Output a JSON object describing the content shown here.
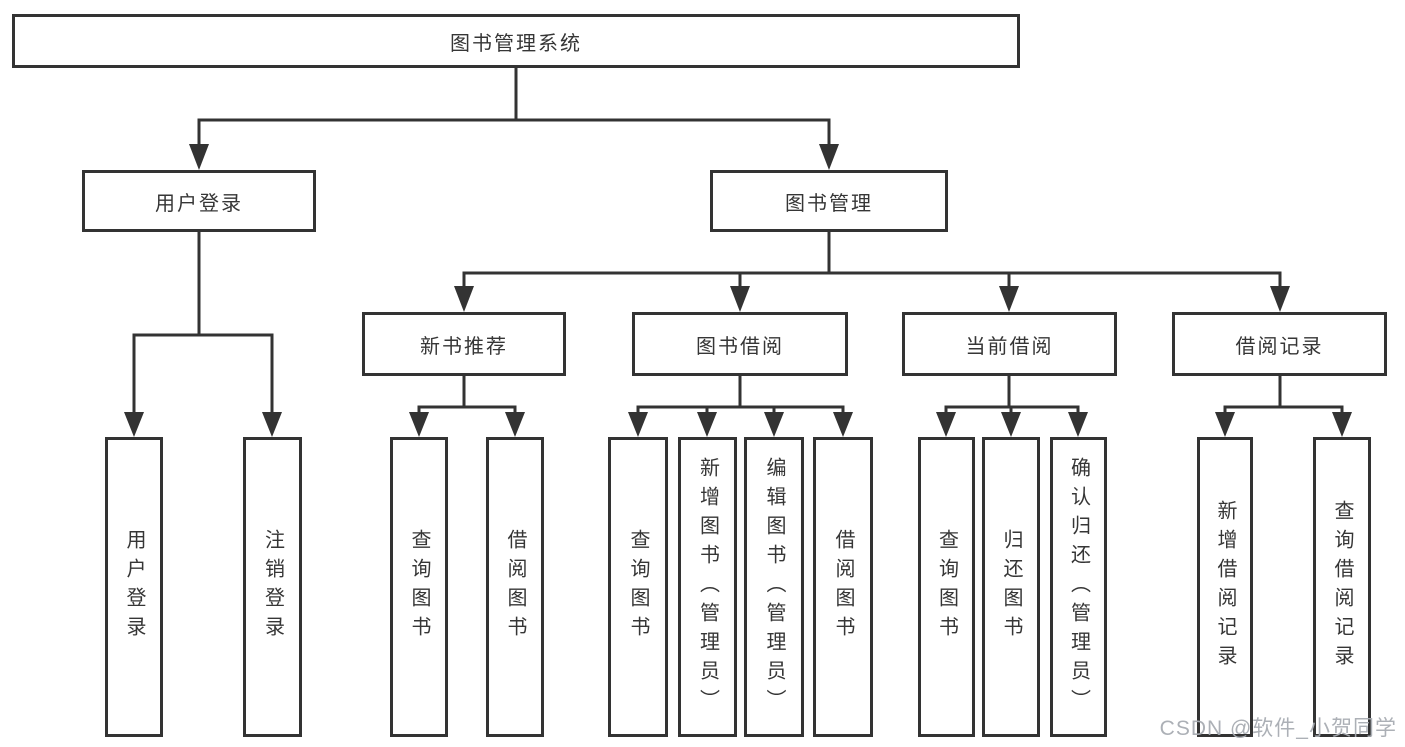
{
  "tree": {
    "label": "图书管理系统",
    "children": [
      {
        "label": "用户登录",
        "children": [
          {
            "label": "用户登录"
          },
          {
            "label": "注销登录"
          }
        ]
      },
      {
        "label": "图书管理",
        "children": [
          {
            "label": "新书推荐",
            "children": [
              {
                "label": "查询图书"
              },
              {
                "label": "借阅图书"
              }
            ]
          },
          {
            "label": "图书借阅",
            "children": [
              {
                "label": "查询图书"
              },
              {
                "label": "新增图书（管理员）"
              },
              {
                "label": "编辑图书（管理员）"
              },
              {
                "label": "借阅图书"
              }
            ]
          },
          {
            "label": "当前借阅",
            "children": [
              {
                "label": "查询图书"
              },
              {
                "label": "归还图书"
              },
              {
                "label": "确认归还（管理员）"
              }
            ]
          },
          {
            "label": "借阅记录",
            "children": [
              {
                "label": "新增借阅记录"
              },
              {
                "label": "查询借阅记录"
              }
            ]
          }
        ]
      }
    ]
  },
  "watermark": {
    "text": "CSDN @软件_小贺同学"
  },
  "colors": {
    "line": "#333333",
    "text": "#363636",
    "watermark": "#a8acb2",
    "background": "#ffffff"
  }
}
